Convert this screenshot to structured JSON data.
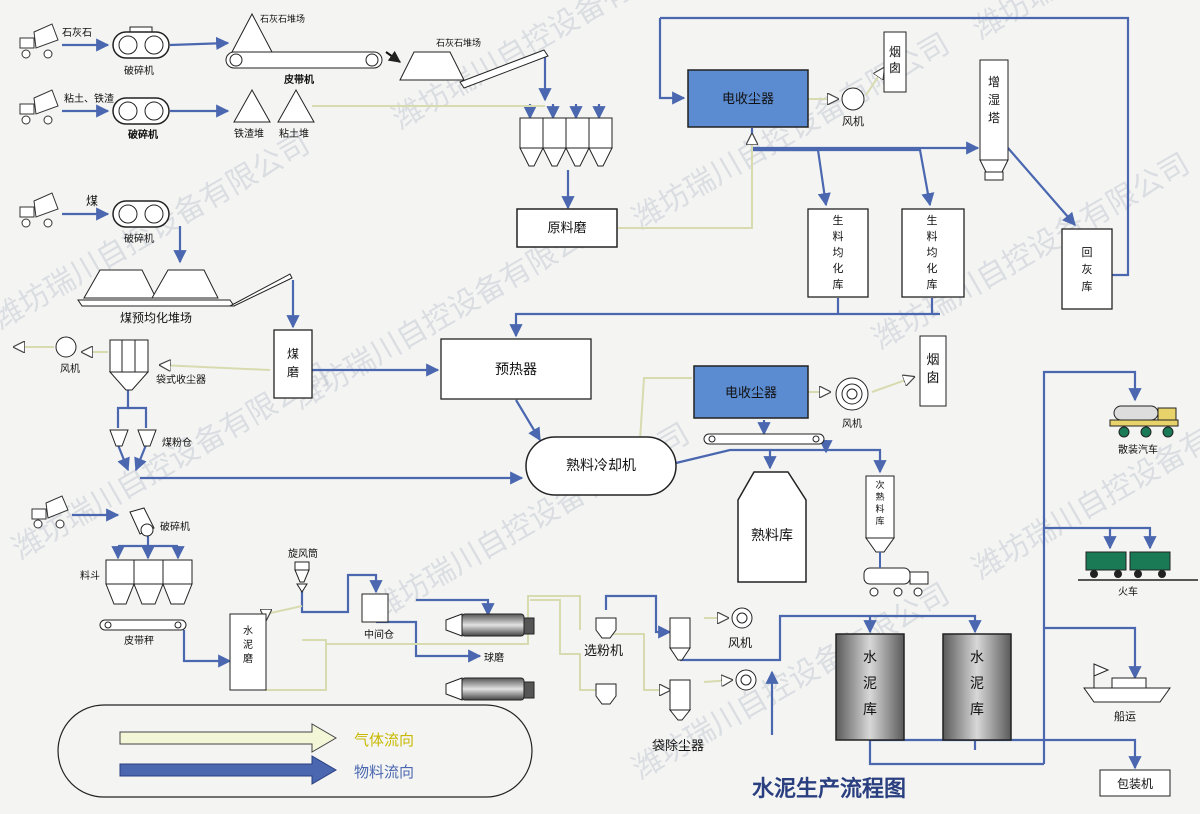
{
  "title": "水泥生产流程图",
  "watermark": "潍坊瑞川自控设备有限公司",
  "colors": {
    "material_flow": "#4a67b0",
    "gas_flow": "#e4e6c3",
    "collector_fill": "#5b8bd0",
    "cement_silo_fill": "#9a9a9a",
    "title_color": "#2a3f80",
    "legend_gas_text": "#c8b800",
    "legend_material_text": "#4a67b0"
  },
  "legend": {
    "gas": "气体流向",
    "material": "物料流向"
  },
  "labels": {
    "limestone": "石灰石",
    "crusher": "破碎机",
    "limestone_pile": "石灰石堆场",
    "limestone_pile_small": "石灰石堆场",
    "belt_conveyor": "皮带机",
    "clay_iron": "粘土、铁渣",
    "iron_slag_pile": "铁渣堆",
    "clay_pile": "粘土堆",
    "coal": "煤",
    "coal_homog_yard": "煤预均化堆场",
    "raw_mill": "原料磨",
    "esp_top": "电收尘器",
    "esp_mid": "电收尘器",
    "fan": "风机",
    "chimney": "烟囱",
    "humidifier": "增湿塔",
    "homog_silo": "生料均化库",
    "ash_return": "回灰库",
    "bag_collector": "袋式收尘器",
    "coal_mill": "煤磨",
    "preheater": "预热器",
    "coal_bin": "煤粉仓",
    "clinker_cooler": "熟料冷却机",
    "clinker_silo": "熟料库",
    "secondary_clinker": "次熟料库",
    "bulk_truck": "散装汽车",
    "train": "火车",
    "ship": "船运",
    "packer": "包装机",
    "hopper": "料斗",
    "belt_scale": "皮带秤",
    "cyclone": "旋风筒",
    "cement_mill": "水泥磨",
    "intermediate_bin": "中间仓",
    "ball_mill": "球磨",
    "separator": "选粉机",
    "bag_filter": "袋除尘器",
    "cement_silo": "水泥库"
  }
}
